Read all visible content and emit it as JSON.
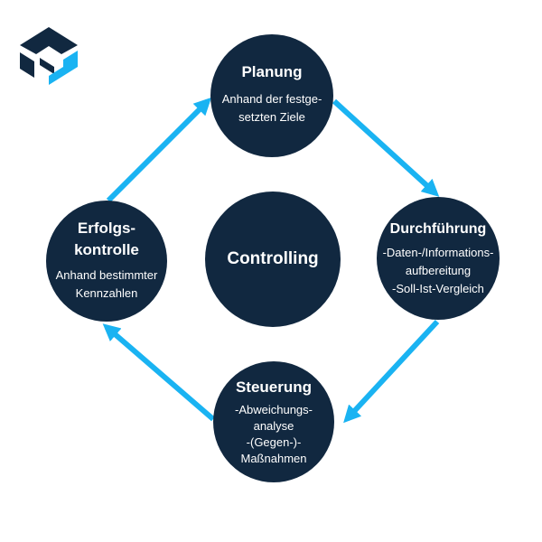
{
  "colors": {
    "circle": "#112840",
    "arrow": "#1AB3F2",
    "text": "#FFFFFF",
    "logo_dark": "#112840",
    "logo_accent": "#1AB3F2"
  },
  "logo": {
    "icon": "f-cube-logo-icon"
  },
  "nodes": {
    "planung": {
      "title": "Planung",
      "description": "Anhand der festge-\nsetzten Ziele"
    },
    "durchfuehrung": {
      "title": "Durchführung",
      "description": "-Daten-/Informations-\naufbereitung\n-Soll-Ist-Vergleich"
    },
    "steuerung": {
      "title": "Steuerung",
      "description": "-Abweichungs-\nanalyse\n-(Gegen-)-\nMaßnahmen"
    },
    "erfolgskontrolle": {
      "title": "Erfolgs-\nkontrolle",
      "description": "Anhand bestimmter\nKennzahlen"
    },
    "center": {
      "title": "Controlling"
    }
  },
  "arrows": [
    {
      "from": "planung",
      "to": "durchfuehrung"
    },
    {
      "from": "durchfuehrung",
      "to": "steuerung"
    },
    {
      "from": "steuerung",
      "to": "erfolgskontrolle"
    },
    {
      "from": "erfolgskontrolle",
      "to": "planung"
    }
  ]
}
